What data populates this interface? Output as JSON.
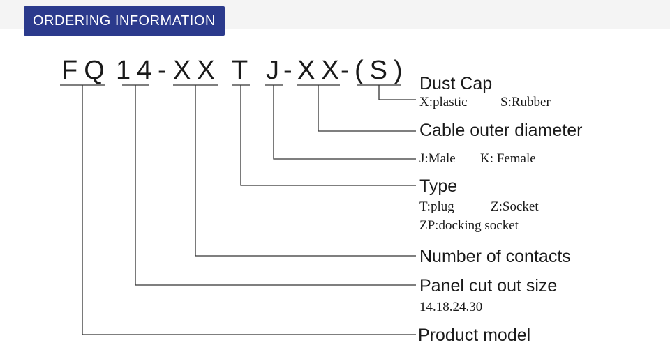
{
  "header": {
    "title": "ORDERING INFORMATION"
  },
  "code": {
    "fq": "FQ",
    "n14": "14",
    "dash1": "-",
    "xx1": "XX",
    "t": "T",
    "j": "J",
    "dash2": "-",
    "xx2": "XX",
    "dash3": "-",
    "s": "(S)"
  },
  "fields": {
    "dust_cap": {
      "label": "Dust Cap",
      "options": [
        "X:plastic",
        "S:Rubber"
      ]
    },
    "cable_outer_diameter": {
      "label": "Cable outer diameter"
    },
    "gender": {
      "options": [
        "J:Male",
        "K: Female"
      ]
    },
    "type": {
      "label": "Type",
      "options": [
        "T:plug",
        "Z:Socket",
        "ZP:docking socket"
      ]
    },
    "contacts": {
      "label": "Number of contacts"
    },
    "panel_cut": {
      "label": "Panel cut out size",
      "values": "14.18.24.30"
    },
    "product_model": {
      "label": "Product model"
    }
  },
  "colors": {
    "header_bg": "#2b3a8c",
    "header_text": "#ffffff",
    "line": "#333333",
    "text": "#1a1a1a"
  }
}
